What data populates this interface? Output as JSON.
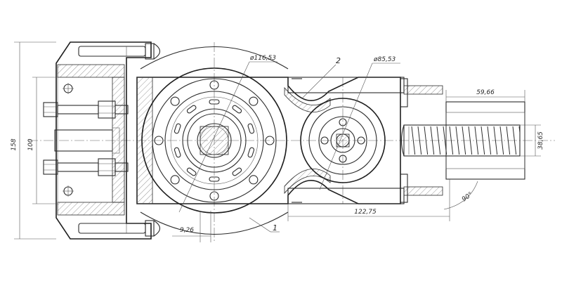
{
  "dimensions": {
    "dia_big": "ø116,53",
    "dia_small": "ø85,53",
    "width_158": "158",
    "width_100": "100",
    "len_59": "59,66",
    "dia_38": "38,65",
    "len_122": "122,75",
    "angle_90": "90°",
    "len_9": "9,26"
  },
  "labels": {
    "part1": "1",
    "part2": "2"
  }
}
